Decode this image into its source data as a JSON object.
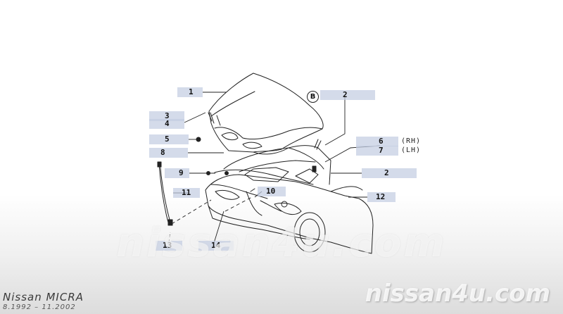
{
  "header": {
    "title": "Nissan MICRA",
    "subtitle": "8.1992 – 11.2002"
  },
  "watermark": {
    "center": "nissan4u.com",
    "corner": "nissan4u.com"
  },
  "diagram": {
    "marker": "B",
    "side_labels": {
      "rh": "(RH)",
      "lh": "(LH)"
    },
    "callouts": [
      {
        "id": "1",
        "label": "1"
      },
      {
        "id": "2a",
        "label": "2"
      },
      {
        "id": "3",
        "label": "3"
      },
      {
        "id": "4",
        "label": "4"
      },
      {
        "id": "5",
        "label": "5"
      },
      {
        "id": "6",
        "label": "6"
      },
      {
        "id": "7",
        "label": "7"
      },
      {
        "id": "8",
        "label": "8"
      },
      {
        "id": "9",
        "label": "9"
      },
      {
        "id": "2b",
        "label": "2"
      },
      {
        "id": "10",
        "label": "10"
      },
      {
        "id": "11",
        "label": "11"
      },
      {
        "id": "12",
        "label": "12"
      },
      {
        "id": "13",
        "label": "13"
      },
      {
        "id": "14",
        "label": "14"
      }
    ]
  },
  "colors": {
    "callout_fill": "#c4cde2",
    "line": "#222222"
  }
}
